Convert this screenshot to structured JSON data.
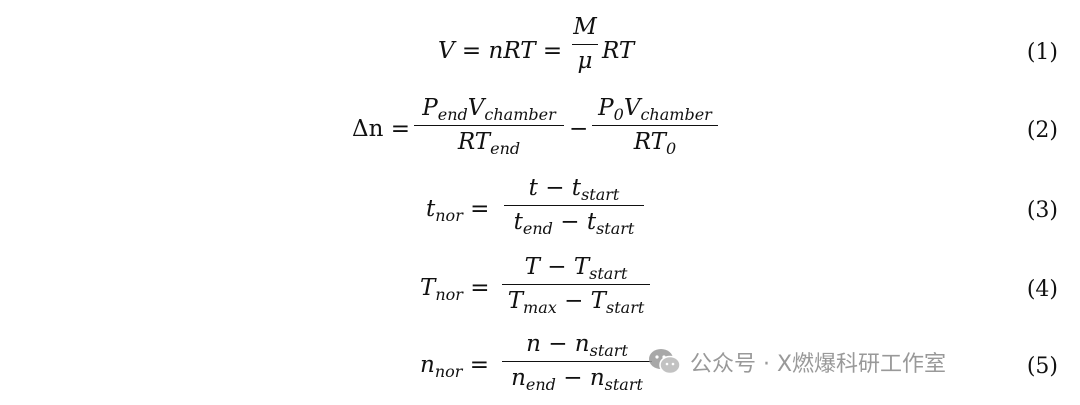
{
  "equations": [
    {
      "number": "(1)"
    },
    {
      "number": "(2)"
    },
    {
      "number": "(3)"
    },
    {
      "number": "(4)"
    },
    {
      "number": "(5)"
    }
  ],
  "eq1": {
    "lhs": "V",
    "mid": "nRT",
    "num": "M",
    "den": "μ",
    "rhs": "RT"
  },
  "eq2": {
    "lhs": "Δn",
    "num1_a": "P",
    "num1_a_sub": "end",
    "num1_b": "V",
    "num1_b_sub": "chamber",
    "den1": "RT",
    "den1_sub": "end",
    "num2_a": "P",
    "num2_a_sub": "0",
    "num2_b": "V",
    "num2_b_sub": "chamber",
    "den2": "RT",
    "den2_sub": "0"
  },
  "eq3": {
    "lhs": "t",
    "lhs_sub": "nor",
    "num": "t − t",
    "num_sub": "start",
    "den_a": "t",
    "den_a_sub": "end",
    "den_b": " − t",
    "den_b_sub": "start"
  },
  "eq4": {
    "lhs": "T",
    "lhs_sub": "nor",
    "num": "T − T",
    "num_sub": "start",
    "den_a": "T",
    "den_a_sub": "max",
    "den_b": " − T",
    "den_b_sub": "start"
  },
  "eq5": {
    "lhs": "n",
    "lhs_sub": "nor",
    "num": "n − n",
    "num_sub": "start",
    "den_a": "n",
    "den_a_sub": "end",
    "den_b": " − n",
    "den_b_sub": "start"
  },
  "watermark": {
    "text": "公众号 · X燃爆科研工作室",
    "icon": "wechat-icon"
  }
}
